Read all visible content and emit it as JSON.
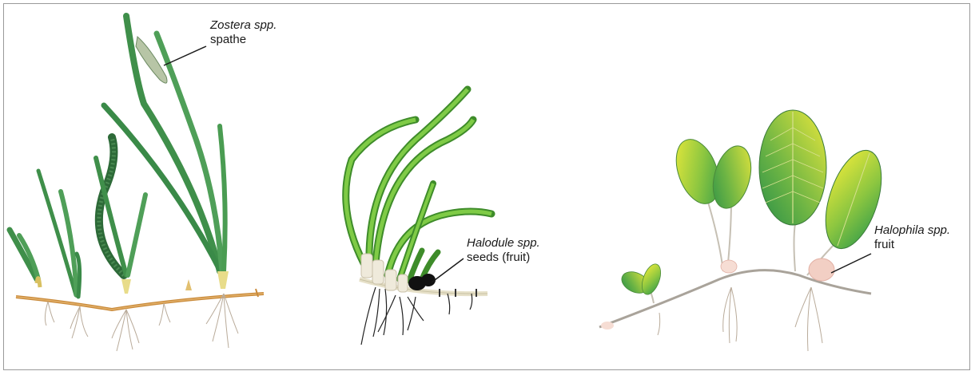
{
  "figure": {
    "labels": {
      "zostera": {
        "species": "Zostera spp.",
        "part": "spathe"
      },
      "halodule": {
        "species": "Halodule spp.",
        "part": "seeds (fruit)"
      },
      "halophila": {
        "species": "Halophila spp.",
        "part": "fruit"
      }
    },
    "colors": {
      "zostera_leaf": "#3f8f4a",
      "zostera_leaf_light": "#5aa85c",
      "zostera_rhizome": "#c98a3a",
      "halodule_leaf": "#6cbf3c",
      "halodule_leaf_dark": "#3e8c2a",
      "halodule_seed": "#111111",
      "halophila_leaf_light": "#e4e63a",
      "halophila_leaf_dark": "#2f9a4a",
      "halophila_fruit": "#f2cfc4",
      "root": "#b9ab9a",
      "leader_line": "#1a1a1a"
    }
  }
}
